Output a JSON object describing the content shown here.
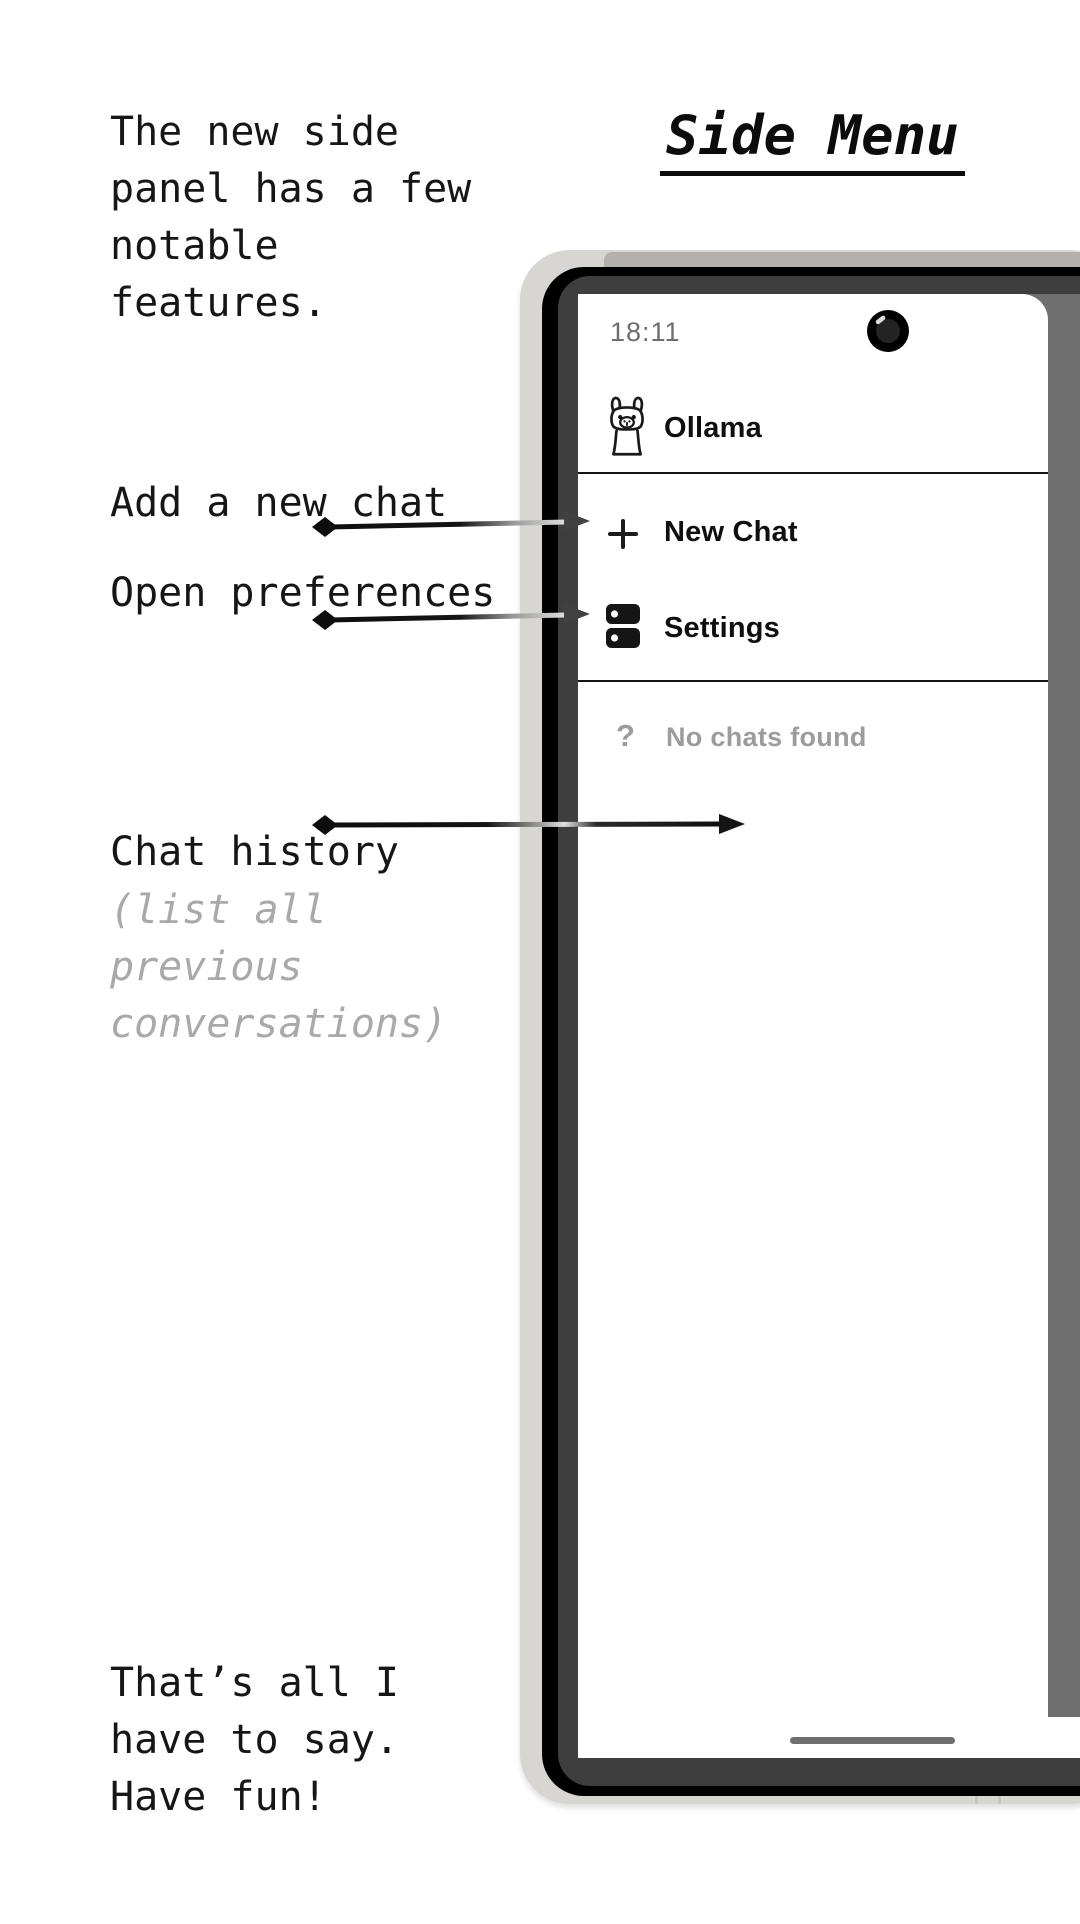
{
  "annotations": {
    "intro": "The new side panel has a few notable features.",
    "title": "Side Menu",
    "labels": {
      "add_chat": "Add a new chat",
      "open_preferences": "Open preferences",
      "chat_history": "Chat history",
      "chat_history_note": "(list all previous conversations)"
    },
    "outro": "That’s all I have to say. Have fun!"
  },
  "phone": {
    "status_bar": {
      "time": "18:11",
      "camera_icon": "punch-hole-camera-icon"
    },
    "side_menu": {
      "header": {
        "app_icon": "ollama-llama-icon",
        "app_name": "Ollama"
      },
      "items": [
        {
          "icon": "plus-icon",
          "label": "New Chat"
        },
        {
          "icon": "settings-dns-icon",
          "label": "Settings"
        }
      ],
      "empty_state": {
        "icon_glyph": "?",
        "message": "No chats found"
      }
    },
    "home_indicator": "gesture-home-bar"
  },
  "colors": {
    "scrim": "#6f6f6f",
    "frame": "#d8d6d3",
    "frame_band": "#b3b0ad",
    "bezel": "#000000",
    "inner_rim": "#3e3e3e",
    "muted_text": "#9c9c9c",
    "status_text": "#6d6d6d",
    "note_text": "#a9a9a9",
    "home_indicator": "#6e6e6e"
  }
}
